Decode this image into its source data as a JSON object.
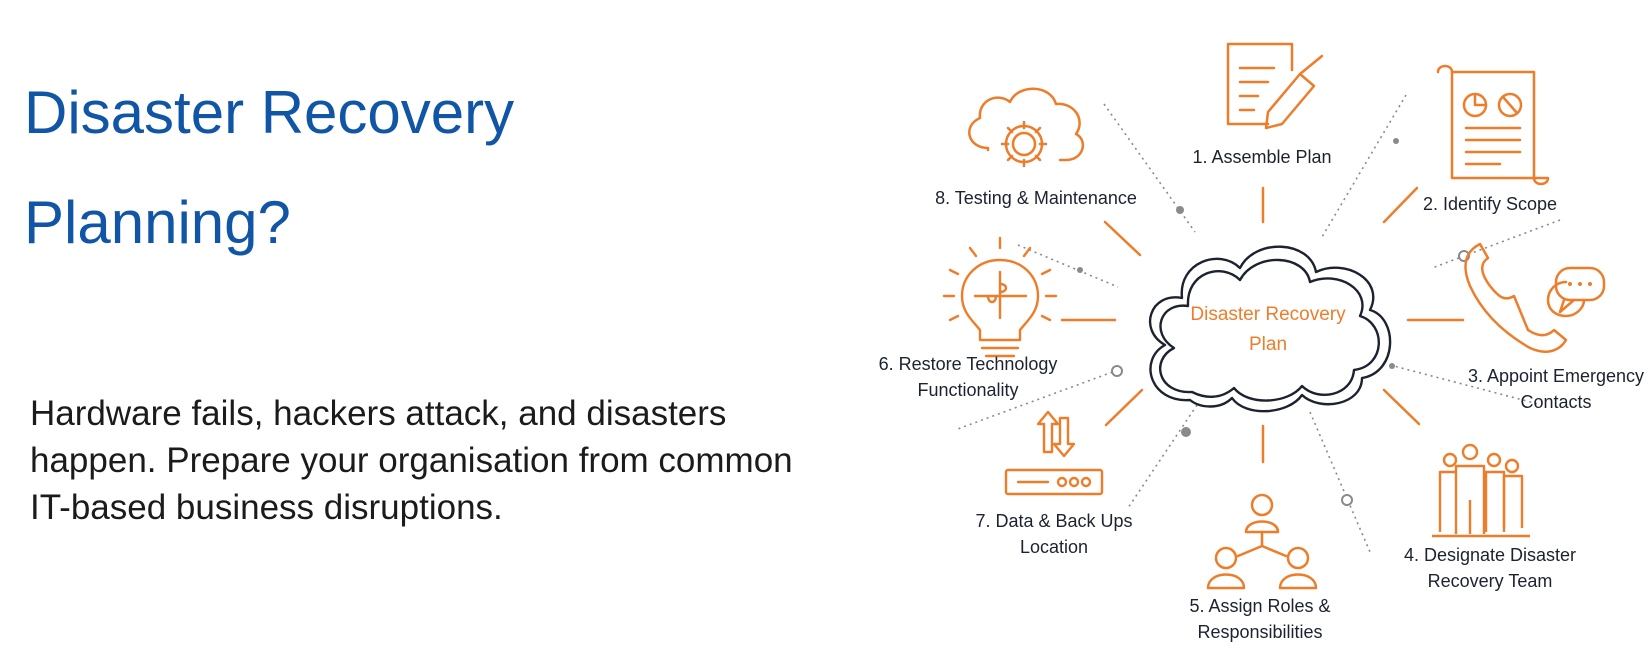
{
  "heading": {
    "line1": "Disaster Recovery",
    "line2": "Planning?"
  },
  "description": {
    "line1": "Hardware fails, hackers attack, and disasters",
    "line2": "happen. Prepare your organisation from common",
    "line3": "IT-based business disruptions."
  },
  "diagram": {
    "center": {
      "line1": "Disaster Recovery",
      "line2": "Plan"
    },
    "steps": {
      "s1": {
        "line1": "1. Assemble Plan",
        "icon": "document-pen-icon"
      },
      "s2": {
        "line1": "2. Identify Scope",
        "icon": "report-scroll-icon"
      },
      "s3": {
        "line1": "3. Appoint Emergency",
        "line2": "Contacts",
        "icon": "phone-chat-icon"
      },
      "s4": {
        "line1": "4. Designate Disaster",
        "line2": "Recovery Team",
        "icon": "team-group-icon"
      },
      "s5": {
        "line1": "5. Assign Roles &",
        "line2": "Responsibilities",
        "icon": "org-hierarchy-icon"
      },
      "s6": {
        "line1": "6. Restore Technology",
        "line2": "Functionality",
        "icon": "lightbulb-puzzle-icon"
      },
      "s7": {
        "line1": "7. Data & Back Ups",
        "line2": "Location",
        "icon": "server-transfer-icon"
      },
      "s8": {
        "line1": "8. Testing & Maintenance",
        "icon": "cloud-gear-icon"
      }
    }
  },
  "colors": {
    "heading": "#1155a6",
    "accent_orange": "#ee7d2b",
    "dark_outline": "#1d2230",
    "text": "#1b1b1b",
    "dots": "#8a8a8a"
  }
}
